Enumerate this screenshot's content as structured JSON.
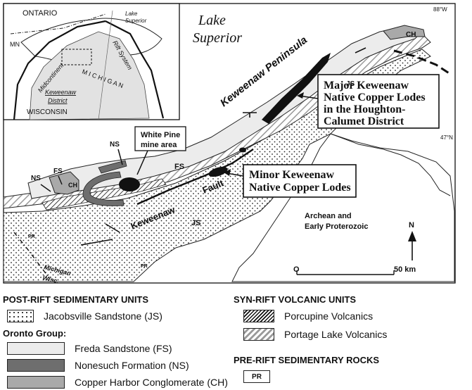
{
  "map": {
    "lake_label_1": "Lake",
    "lake_label_2": "Superior",
    "peninsula_label": "Keweenaw Peninsula",
    "fault_label_1": "Keweenaw",
    "fault_label_2": "Fault",
    "white_pine_1": "White Pine",
    "white_pine_2": "mine area",
    "major_lodes_1": "Major Keweenaw",
    "major_lodes_2": "Native Copper Lodes",
    "major_lodes_3": "in the Houghton-",
    "major_lodes_4": "Calumet District",
    "minor_lodes_1": "Minor Keweenaw",
    "minor_lodes_2": "Native Copper Lodes",
    "archean_1": "Archean and",
    "archean_2": "Early Proterozoic",
    "unit_labels": {
      "ch_east": "CH",
      "ch_west": "CH",
      "js_east": "JS",
      "js_south": "JS",
      "fs_mid": "FS",
      "fs_west": "FS",
      "ns_west": "NS",
      "ns_mid": "NS",
      "pr_1": "PR",
      "pr_2": "PR"
    },
    "coords": {
      "lon": "88°W",
      "lat": "47°N"
    },
    "north_label": "N",
    "scale_start": "O",
    "scale_end": "50 km",
    "state_line_1": "Michigan",
    "state_line_2": "Wisc."
  },
  "inset": {
    "ontario": "ONTARIO",
    "lake_superior_1": "Lake",
    "lake_superior_2": "Superior",
    "mn": "MN",
    "midcontinent": "Midcontinent",
    "rift_system": "Rift System",
    "michigan": "M I C H I G A N",
    "wisconsin": "WISCONSIN",
    "district_1": "Keweenaw",
    "district_2": "District"
  },
  "legend": {
    "post_rift_title": "POST-RIFT SEDIMENTARY UNITS",
    "jacobsville": "Jacobsville Sandstone (JS)",
    "oronto_title": "Oronto Group:",
    "freda": "Freda Sandstone (FS)",
    "nonesuch": "Nonesuch Formation (NS)",
    "copper_harbor": "Copper Harbor Conglomerate (CH)",
    "syn_rift_title": "SYN-RIFT VOLCANIC UNITS",
    "porcupine": "Porcupine Volcanics",
    "portage": "Portage Lake Volcanics",
    "pre_rift_title": "PRE-RIFT SEDIMENTARY ROCKS",
    "pr_code": "PR"
  }
}
